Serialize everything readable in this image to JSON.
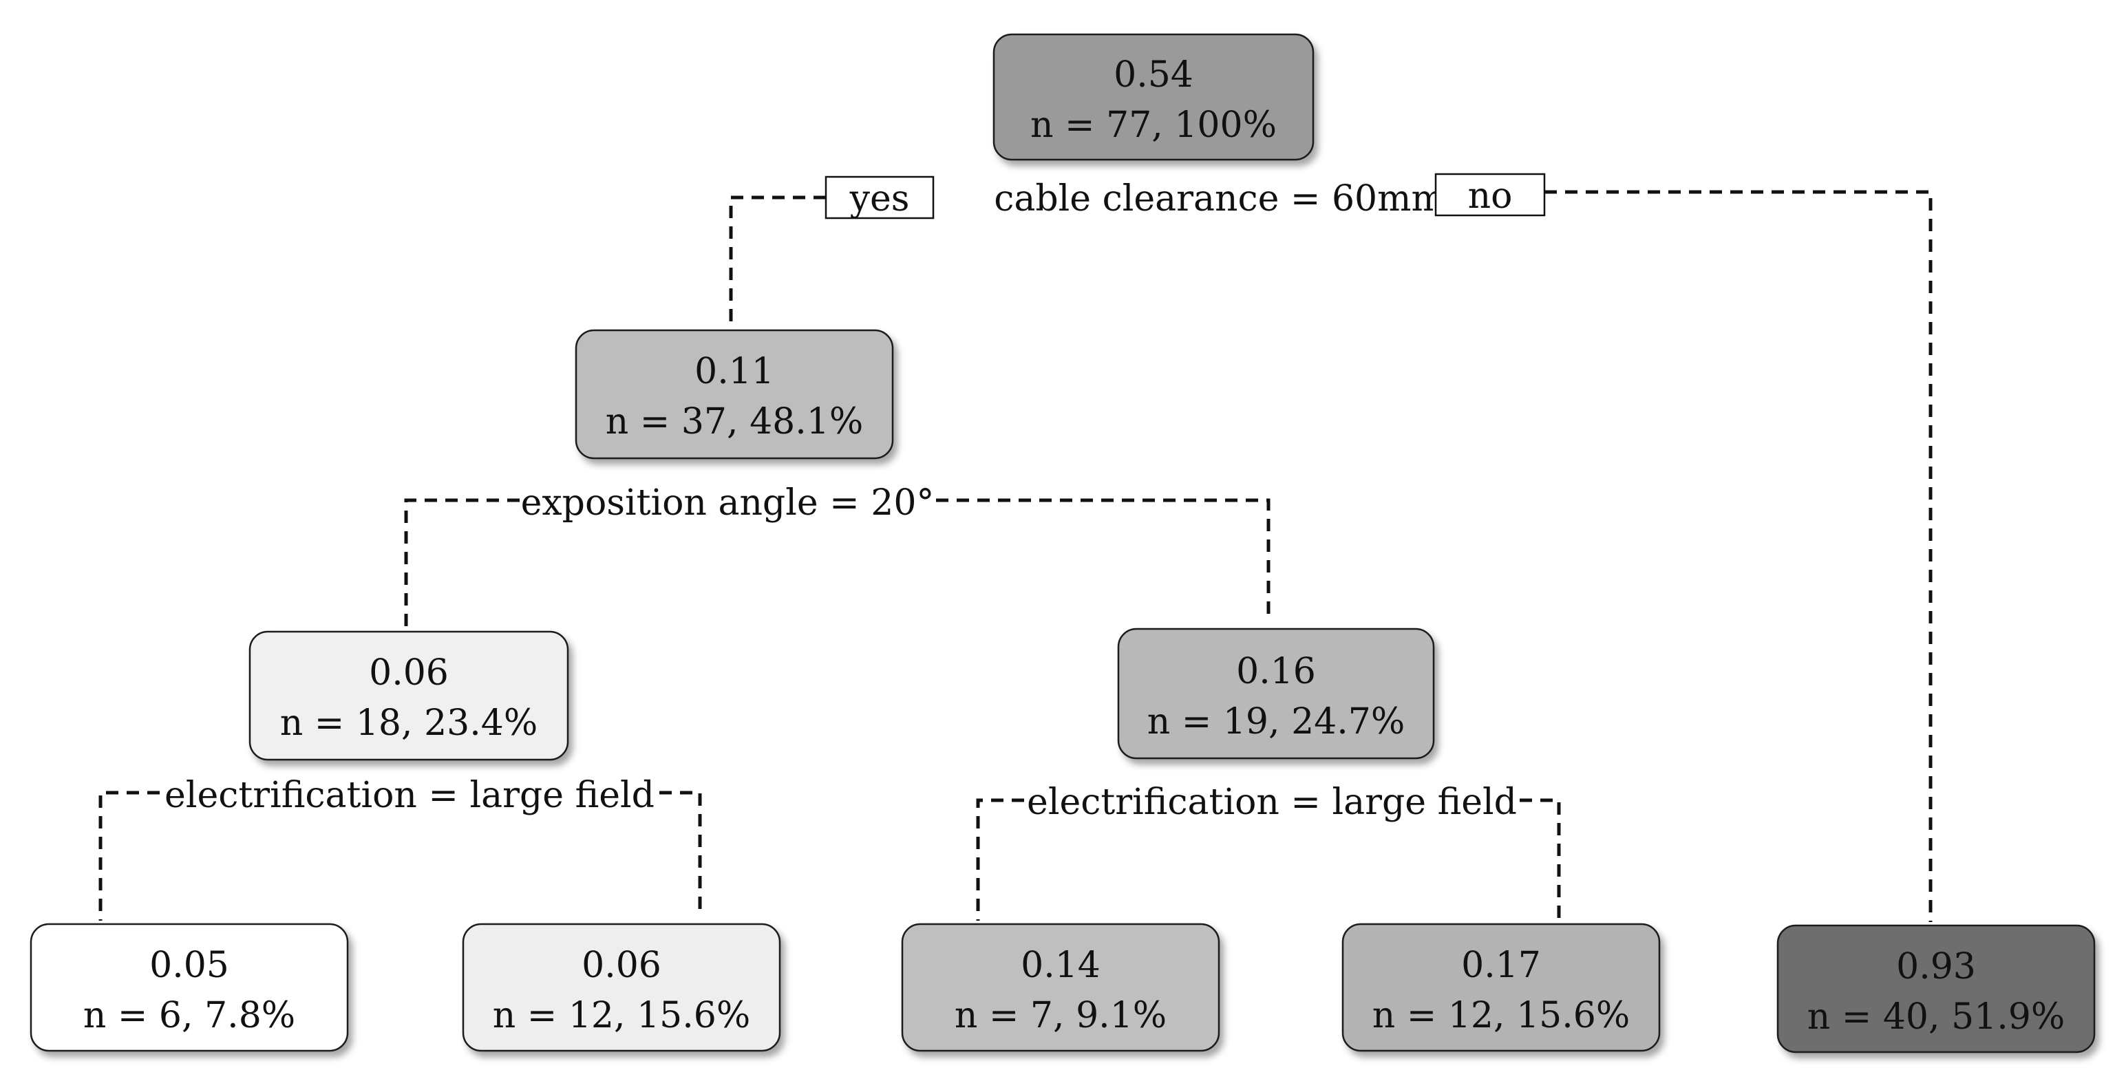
{
  "tree": {
    "root": {
      "value": "0.54",
      "stats": "n = 77, 100%",
      "fill": "#9a9a9a",
      "split": "cable clearance = 60mm",
      "yes_label": "yes",
      "no_label": "no"
    },
    "node_left": {
      "value": "0.11",
      "stats": "n = 37, 48.1%",
      "fill": "#bdbdbd",
      "split": "exposition angle = 20°"
    },
    "node_ll": {
      "value": "0.06",
      "stats": "n = 18, 23.4%",
      "fill": "#f0f0f0",
      "split": "electrification = large field"
    },
    "node_lr": {
      "value": "0.16",
      "stats": "n = 19, 24.7%",
      "fill": "#b8b8b8",
      "split": "electrification = large field"
    },
    "leaf_1": {
      "value": "0.05",
      "stats": "n = 6, 7.8%",
      "fill": "#ffffff"
    },
    "leaf_2": {
      "value": "0.06",
      "stats": "n = 12, 15.6%",
      "fill": "#eeeeee"
    },
    "leaf_3": {
      "value": "0.14",
      "stats": "n = 7, 9.1%",
      "fill": "#bfbfbf"
    },
    "leaf_4": {
      "value": "0.17",
      "stats": "n = 12, 15.6%",
      "fill": "#b3b3b3"
    },
    "leaf_5": {
      "value": "0.93",
      "stats": "n = 40, 51.9%",
      "fill": "#6e6e6e"
    }
  }
}
